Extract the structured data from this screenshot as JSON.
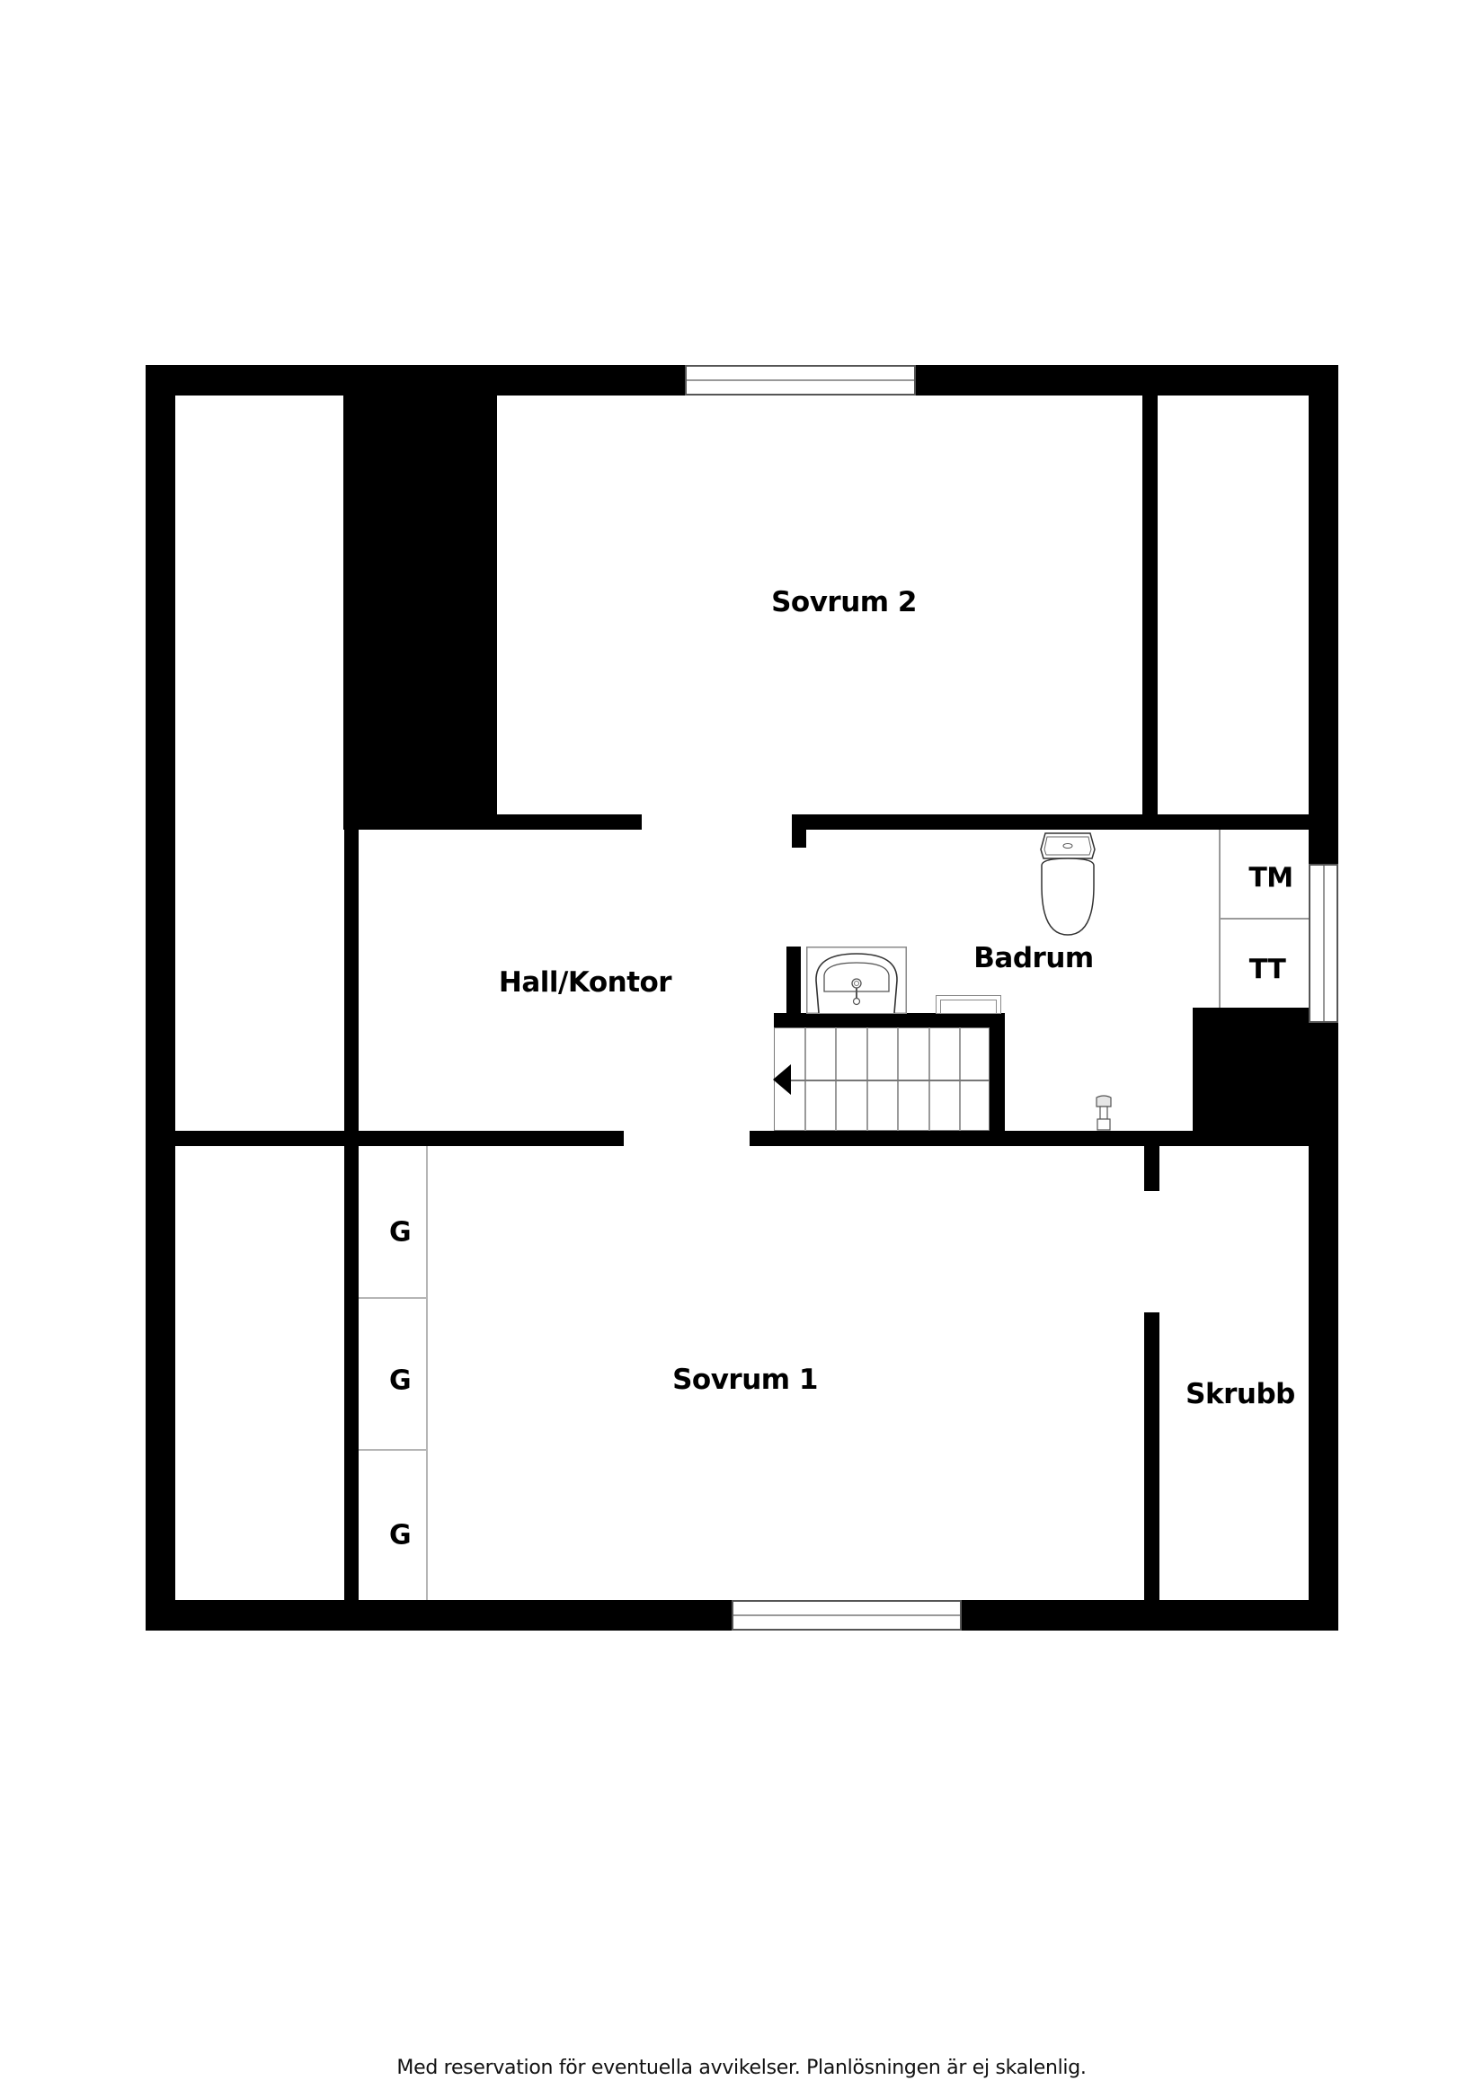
{
  "floorplan": {
    "rooms": [
      {
        "id": "sovrum-2",
        "label": "Sovrum 2"
      },
      {
        "id": "hall-kontor",
        "label": "Hall/Kontor"
      },
      {
        "id": "badrum",
        "label": "Badrum"
      },
      {
        "id": "sovrum-1",
        "label": "Sovrum 1"
      },
      {
        "id": "skrubb",
        "label": "Skrubb"
      }
    ],
    "fixtures": {
      "tm": "TM",
      "tt": "TT",
      "wardrobes": [
        "G",
        "G",
        "G"
      ]
    },
    "icons": [
      "toilet-icon",
      "sink-icon",
      "floor-drain-icon",
      "stairs-icon",
      "stair-direction-arrow-icon",
      "window-icon"
    ],
    "colors": {
      "wall": "#000000",
      "background": "#ffffff",
      "fixture_line": "#8a8a8a"
    }
  },
  "footer": {
    "disclaimer": "Med reservation för eventuella avvikelser. Planlösningen är ej skalenlig."
  }
}
